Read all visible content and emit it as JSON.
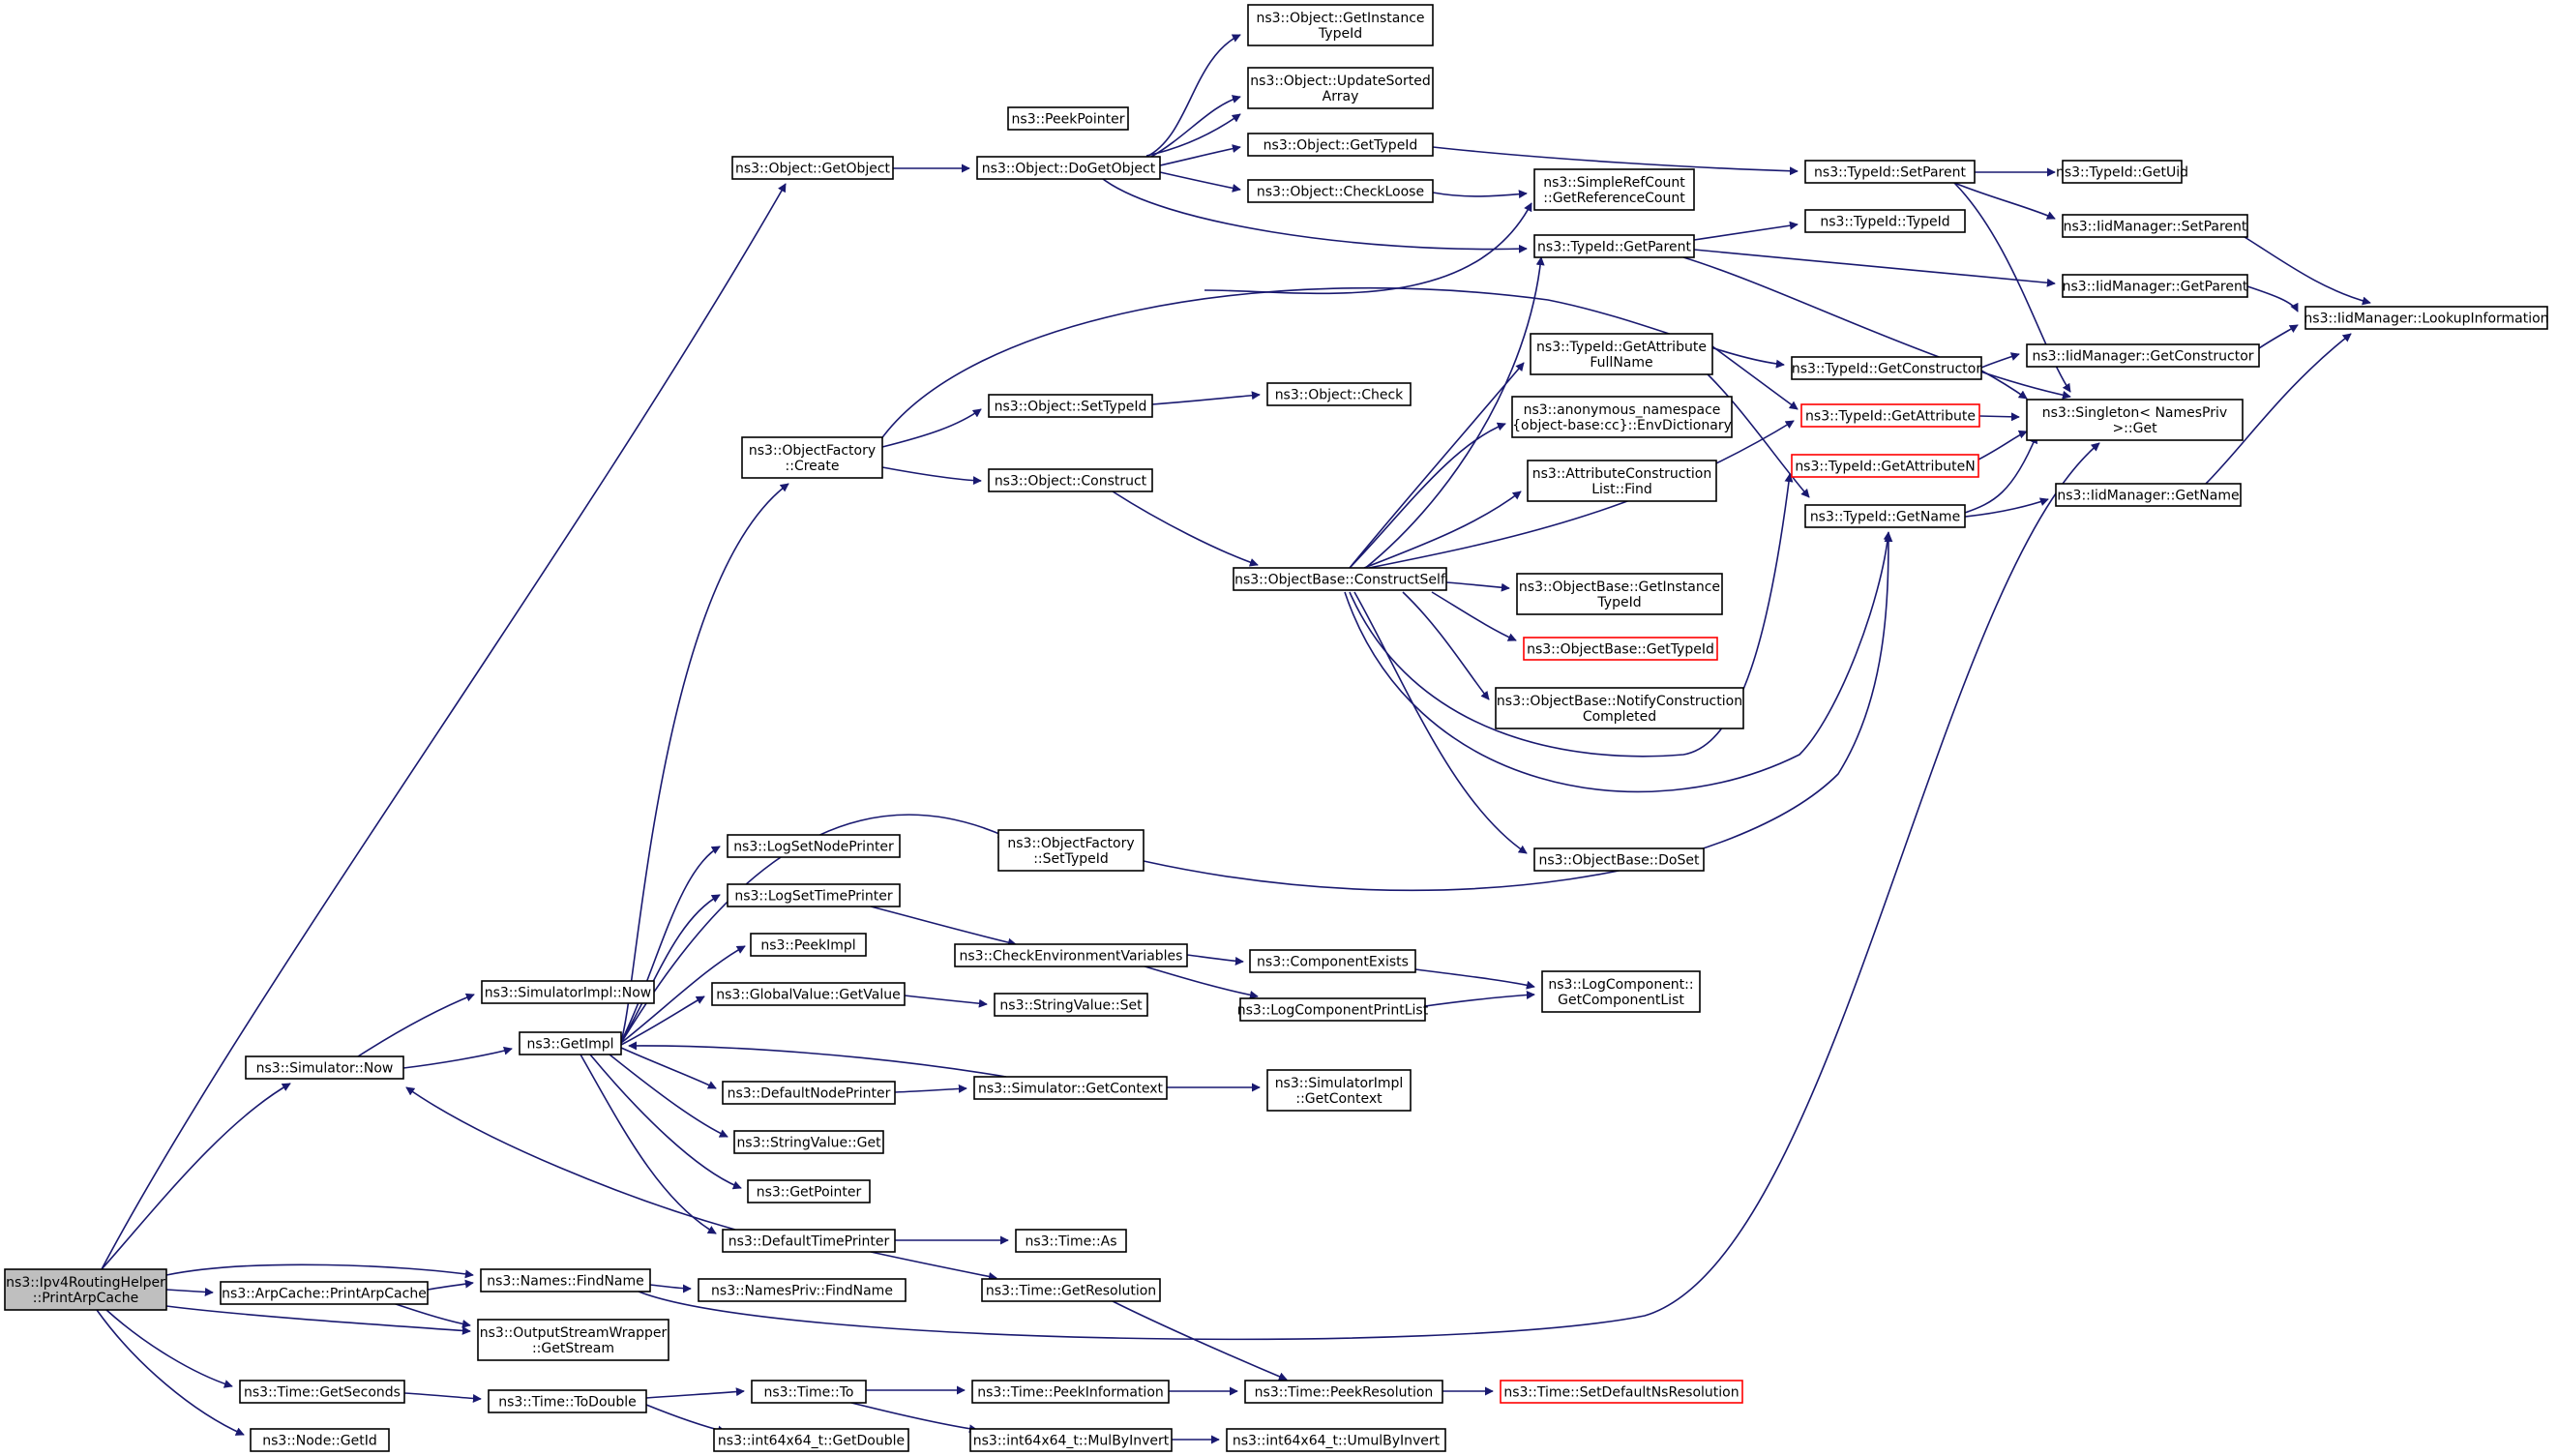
{
  "graph": {
    "title": "",
    "colors": {
      "edge": "#191970",
      "node_border": "#000000",
      "root_fill": "#bfbfbf",
      "broken_link_border": "#ff0000",
      "background": "#ffffff"
    },
    "nodes": [
      {
        "id": "n0",
        "lines": [
          "ns3::Ipv4RoutingHelper",
          "::PrintArpCache"
        ],
        "root": true
      },
      {
        "id": "n1",
        "lines": [
          "ns3::Object::GetObject"
        ]
      },
      {
        "id": "n2",
        "lines": [
          "ns3::Object::DoGetObject"
        ]
      },
      {
        "id": "n3",
        "lines": [
          "ns3::PeekPointer"
        ]
      },
      {
        "id": "n4",
        "lines": [
          "ns3::Object::GetInstance",
          "TypeId"
        ]
      },
      {
        "id": "n5",
        "lines": [
          "ns3::Object::UpdateSorted",
          "Array"
        ]
      },
      {
        "id": "n6",
        "lines": [
          "ns3::Object::GetTypeId"
        ]
      },
      {
        "id": "n7",
        "lines": [
          "ns3::Object::CheckLoose"
        ]
      },
      {
        "id": "n8",
        "lines": [
          "ns3::SimpleRefCount",
          "::GetReferenceCount"
        ]
      },
      {
        "id": "n9",
        "lines": [
          "ns3::TypeId::GetParent"
        ]
      },
      {
        "id": "n10",
        "lines": [
          "ns3::TypeId::SetParent"
        ]
      },
      {
        "id": "n11",
        "lines": [
          "ns3::TypeId::GetUid"
        ]
      },
      {
        "id": "n12",
        "lines": [
          "ns3::IidManager::SetParent"
        ]
      },
      {
        "id": "n13",
        "lines": [
          "ns3::TypeId::TypeId"
        ]
      },
      {
        "id": "n14",
        "lines": [
          "ns3::IidManager::GetParent"
        ]
      },
      {
        "id": "n15",
        "lines": [
          "ns3::IidManager::LookupInformation"
        ]
      },
      {
        "id": "n16",
        "lines": [
          "ns3::TypeId::GetConstructor"
        ]
      },
      {
        "id": "n17",
        "lines": [
          "ns3::IidManager::GetConstructor"
        ]
      },
      {
        "id": "n18",
        "lines": [
          "ns3::Singleton< NamesPriv",
          " >::Get"
        ]
      },
      {
        "id": "n19",
        "lines": [
          "ns3::TypeId::GetAttribute"
        ],
        "red": true
      },
      {
        "id": "n20",
        "lines": [
          "ns3::TypeId::GetAttributeN"
        ],
        "red": true
      },
      {
        "id": "n21",
        "lines": [
          "ns3::TypeId::GetName"
        ]
      },
      {
        "id": "n22",
        "lines": [
          "ns3::IidManager::GetName"
        ]
      },
      {
        "id": "n23",
        "lines": [
          "ns3::TypeId::GetAttribute",
          "FullName"
        ]
      },
      {
        "id": "n24",
        "lines": [
          "ns3::anonymous_namespace",
          "{object-base:cc}::EnvDictionary"
        ]
      },
      {
        "id": "n25",
        "lines": [
          "ns3::AttributeConstruction",
          "List::Find"
        ]
      },
      {
        "id": "n26",
        "lines": [
          "ns3::ObjectBase::GetInstance",
          "TypeId"
        ]
      },
      {
        "id": "n27",
        "lines": [
          "ns3::ObjectBase::GetTypeId"
        ],
        "red": true
      },
      {
        "id": "n28",
        "lines": [
          "ns3::ObjectBase::NotifyConstruction",
          "Completed"
        ]
      },
      {
        "id": "n29",
        "lines": [
          "ns3::ObjectBase::DoSet"
        ]
      },
      {
        "id": "n30",
        "lines": [
          "ns3::ObjectFactory",
          "::Create"
        ]
      },
      {
        "id": "n31",
        "lines": [
          "ns3::Object::SetTypeId"
        ]
      },
      {
        "id": "n32",
        "lines": [
          "ns3::Object::Check"
        ]
      },
      {
        "id": "n33",
        "lines": [
          "ns3::Object::Construct"
        ]
      },
      {
        "id": "n34",
        "lines": [
          "ns3::ObjectBase::ConstructSelf"
        ]
      },
      {
        "id": "n35",
        "lines": [
          "ns3::Simulator::Now"
        ]
      },
      {
        "id": "n36",
        "lines": [
          "ns3::SimulatorImpl::Now"
        ]
      },
      {
        "id": "n37",
        "lines": [
          "ns3::GetImpl"
        ]
      },
      {
        "id": "n38",
        "lines": [
          "ns3::LogSetNodePrinter"
        ]
      },
      {
        "id": "n39",
        "lines": [
          "ns3::LogSetTimePrinter"
        ]
      },
      {
        "id": "n40",
        "lines": [
          "ns3::PeekImpl"
        ]
      },
      {
        "id": "n41",
        "lines": [
          "ns3::GlobalValue::GetValue"
        ]
      },
      {
        "id": "n42",
        "lines": [
          "ns3::DefaultNodePrinter"
        ]
      },
      {
        "id": "n43",
        "lines": [
          "ns3::StringValue::Get"
        ]
      },
      {
        "id": "n44",
        "lines": [
          "ns3::GetPointer"
        ]
      },
      {
        "id": "n45",
        "lines": [
          "ns3::DefaultTimePrinter"
        ]
      },
      {
        "id": "n46",
        "lines": [
          "ns3::ObjectFactory",
          "::SetTypeId"
        ]
      },
      {
        "id": "n47",
        "lines": [
          "ns3::CheckEnvironmentVariables"
        ]
      },
      {
        "id": "n48",
        "lines": [
          "ns3::ComponentExists"
        ]
      },
      {
        "id": "n49",
        "lines": [
          "ns3::LogComponentPrintList"
        ]
      },
      {
        "id": "n50",
        "lines": [
          "ns3::LogComponent::",
          "GetComponentList"
        ]
      },
      {
        "id": "n51",
        "lines": [
          "ns3::StringValue::Set"
        ]
      },
      {
        "id": "n52",
        "lines": [
          "ns3::Simulator::GetContext"
        ]
      },
      {
        "id": "n53",
        "lines": [
          "ns3::SimulatorImpl",
          "::GetContext"
        ]
      },
      {
        "id": "n54",
        "lines": [
          "ns3::Time::As"
        ]
      },
      {
        "id": "n55",
        "lines": [
          "ns3::Time::GetResolution"
        ]
      },
      {
        "id": "n56",
        "lines": [
          "ns3::ArpCache::PrintArpCache"
        ]
      },
      {
        "id": "n57",
        "lines": [
          "ns3::Names::FindName"
        ]
      },
      {
        "id": "n58",
        "lines": [
          "ns3::NamesPriv::FindName"
        ]
      },
      {
        "id": "n59",
        "lines": [
          "ns3::OutputStreamWrapper",
          "::GetStream"
        ]
      },
      {
        "id": "n60",
        "lines": [
          "ns3::Time::GetSeconds"
        ]
      },
      {
        "id": "n61",
        "lines": [
          "ns3::Time::ToDouble"
        ]
      },
      {
        "id": "n62",
        "lines": [
          "ns3::Time::To"
        ]
      },
      {
        "id": "n63",
        "lines": [
          "ns3::Time::PeekInformation"
        ]
      },
      {
        "id": "n64",
        "lines": [
          "ns3::Time::PeekResolution"
        ]
      },
      {
        "id": "n65",
        "lines": [
          "ns3::Time::SetDefaultNsResolution"
        ],
        "red": true
      },
      {
        "id": "n66",
        "lines": [
          "ns3::int64x64_t::GetDouble"
        ]
      },
      {
        "id": "n67",
        "lines": [
          "ns3::int64x64_t::MulByInvert"
        ]
      },
      {
        "id": "n68",
        "lines": [
          "ns3::int64x64_t::UmulByInvert"
        ]
      },
      {
        "id": "n69",
        "lines": [
          "ns3::Node::GetId"
        ]
      }
    ]
  }
}
